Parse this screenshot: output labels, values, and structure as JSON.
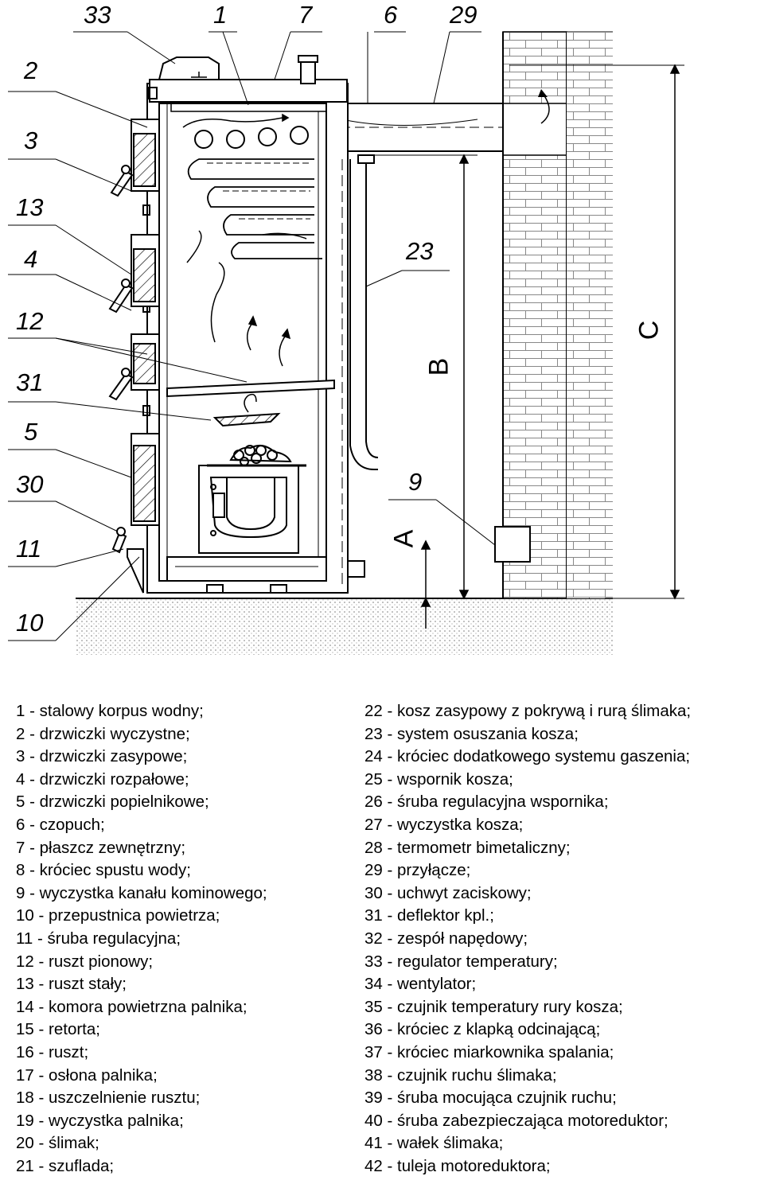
{
  "callouts_top": [
    "33",
    "1",
    "7",
    "6",
    "29"
  ],
  "callouts_left": [
    "2",
    "3",
    "13",
    "4",
    "12",
    "31",
    "5",
    "30",
    "11",
    "10"
  ],
  "callouts_right": [
    "23",
    "9"
  ],
  "dimensions": [
    "A",
    "B",
    "C"
  ],
  "legend_left": [
    "1 - stalowy korpus wodny;",
    "2 - drzwiczki wyczystne;",
    "3 - drzwiczki zasypowe;",
    "4 - drzwiczki rozpałowe;",
    "5 - drzwiczki popielnikowe;",
    "6 - czopuch;",
    "7 - płaszcz zewnętrzny;",
    "8 - króciec spustu wody;",
    "9 - wyczystka kanału kominowego;",
    "10 - przepustnica powietrza;",
    "11 - śruba regulacyjna;",
    "12 - ruszt pionowy;",
    "13 - ruszt stały;",
    "14 - komora powietrzna palnika;",
    "15 - retorta;",
    "16 - ruszt;",
    "17 - osłona palnika;",
    "18 - uszczelnienie rusztu;",
    "19 - wyczystka palnika;",
    "20 - ślimak;",
    "21 - szuflada;"
  ],
  "legend_right": [
    "22 - kosz zasypowy z pokrywą i rurą ślimaka;",
    "23 - system osuszania kosza;",
    "24 - króciec dodatkowego systemu gaszenia;",
    "25 - wspornik kosza;",
    "26 - śruba regulacyjna wspornika;",
    "27 - wyczystka kosza;",
    "28 - termometr bimetaliczny;",
    "29 - przyłącze;",
    "30 - uchwyt zaciskowy;",
    "31 - deflektor kpl.;",
    "32 - zespół napędowy;",
    "33 - regulator temperatury;",
    "34 - wentylator;",
    "35 - czujnik temperatury rury kosza;",
    "36 - króciec z klapką odcinającą;",
    "37 - króciec miarkownika spalania;",
    "38 - czujnik ruchu ślimaka;",
    "39 - śruba mocująca czujnik ruchu;",
    "40 - śruba zabezpieczająca motoreduktor;",
    "41 - wałek ślimaka;",
    "42 - tuleja motoreduktora;"
  ]
}
